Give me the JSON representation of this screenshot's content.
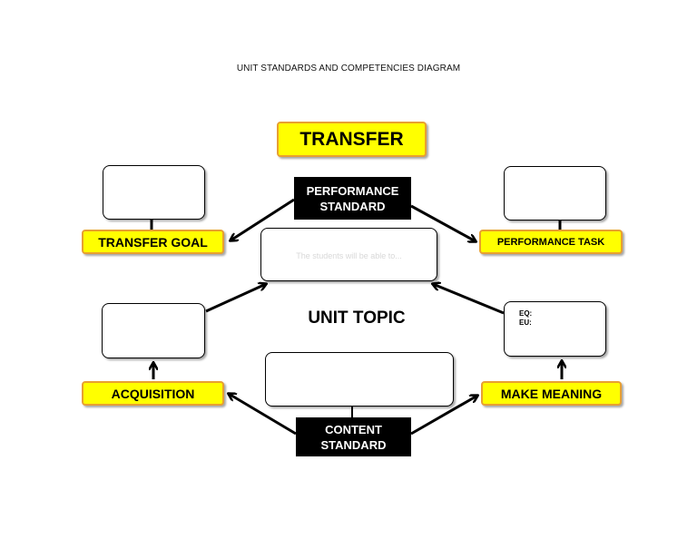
{
  "page_title": "UNIT STANDARDS AND COMPETENCIES DIAGRAM",
  "transfer": "TRANSFER",
  "performance_standard": {
    "line1": "PERFORMANCE",
    "line2": "STANDARD"
  },
  "content_standard": {
    "line1": "CONTENT",
    "line2": "STANDARD"
  },
  "transfer_goal": "TRANSFER GOAL",
  "performance_task": "PERFORMANCE TASK",
  "acquisition": "ACQUISITION",
  "make_meaning": "MAKE MEANING",
  "unit_topic": "UNIT TOPIC",
  "performance_box_placeholder": "The students will be able to...",
  "eq_label": "EQ:",
  "eu_label": "EU:",
  "colors": {
    "label_fill": "#ffff00",
    "label_border": "#e8a030",
    "standard_fill": "#000000"
  }
}
